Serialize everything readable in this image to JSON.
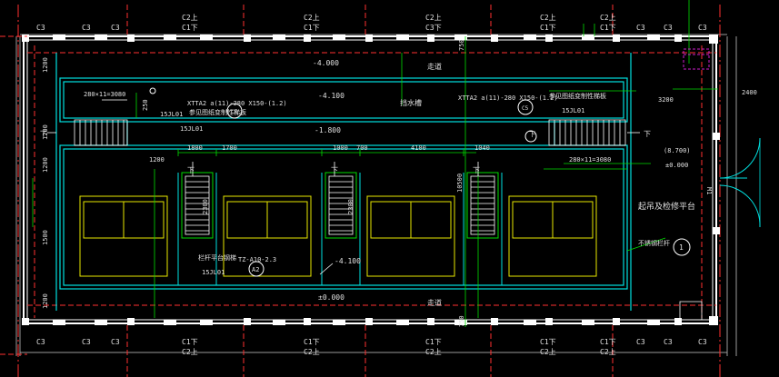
{
  "colors": {
    "background": "#000000",
    "wall": "#ffffff",
    "axis": "#ff3030",
    "cyan": "#00e0e0",
    "green": "#00dd00",
    "yellow": "#e8e800",
    "magenta": "#d020d0",
    "dim_text": "#e0e0e0"
  },
  "column_labels": {
    "top_upper": [
      "C2上",
      "C2上",
      "C2上",
      "C2上",
      "C2上"
    ],
    "top_lower": [
      "C1下",
      "C1下",
      "C3下",
      "C1下",
      "C1下"
    ],
    "bottom_upper": [
      "C1下",
      "C1下",
      "C1下",
      "C1下",
      "C1下"
    ],
    "bottom_lower": [
      "C2上",
      "C2上",
      "C2上",
      "C2上",
      "C2上"
    ],
    "side": [
      "C3",
      "C3",
      "C3",
      "C3",
      "C3",
      "C3",
      "C3",
      "C3",
      "C3",
      "C3",
      "C3",
      "C3"
    ]
  },
  "texts": {
    "elev_top": "-4.000",
    "corridor_top": "走道",
    "corridor_bottom": "走道",
    "elev_upper_left": "280×11=3080",
    "elev_upper_mid": "-4.100",
    "beam_left": "XTTA2 a(11)-280 X150-(1.2)",
    "beam_right": "XTTA2 a(11)-280 X150-(1.2)",
    "stair_note_left": "参见图纸变制性梯板",
    "stair_note_right": "参见图纸变制性梯板",
    "ref_left": "15JL01",
    "ref_left2": "15JL01",
    "ref_right": "15JL01",
    "beam_c5_left": "C5",
    "beam_c5_right": "C5",
    "mid_label": "挡水槽",
    "mid_elev": "-1.800",
    "down_left": "下",
    "down_right": "下",
    "dim_1200": "1200",
    "dim_1800": "1800",
    "dim_1700": "1700",
    "dim_1000": "1000",
    "dim_700": "700",
    "dim_4100": "4100",
    "dim_1040": "1040",
    "dim_3200": "3200",
    "dim_2400": "2400",
    "dim_2300": "2300",
    "dim_2300b": "2300",
    "dim_10500": "10500",
    "dim_750": "750",
    "dim_1500": "1500",
    "dim_250": "250",
    "dim_1200b": "1200",
    "dim_1200c": "1200",
    "dim_1200d": "1200",
    "dim_750b": "750",
    "elev_right1": "(8.700)",
    "elev_right2": "±0.000",
    "elev_right3": "280×11=3080",
    "label_platform": "起吊及检修平台",
    "label_marker": "不锈钢栏杆",
    "marker_num": "1",
    "label_left_stair": "栏杆平台钢梯",
    "ref_left_stair": "15JL01",
    "tb_label": "TZ-A10-2.3",
    "tb_circle": "A2",
    "elev_lower": "-4.100",
    "elev_bottom": "±0.000",
    "m_label": "M1",
    "stair_down1": "下",
    "stair_down2": "下",
    "stair_down3": "下",
    "stair_down4": "下"
  }
}
